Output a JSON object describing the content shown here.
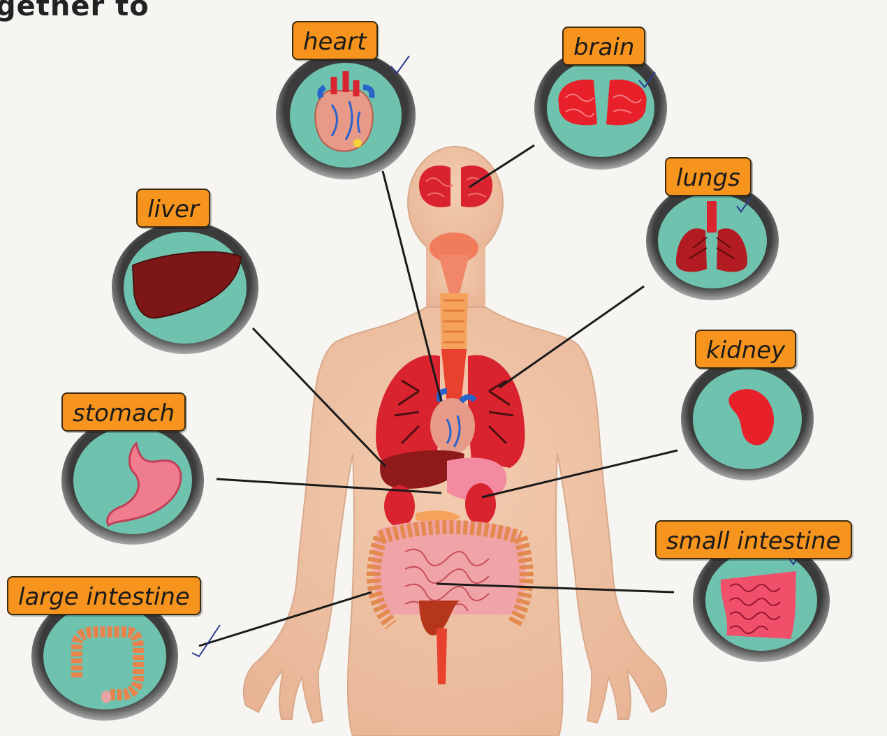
{
  "header_fragment": "gether to",
  "labels": {
    "heart": "heart",
    "brain": "brain",
    "lungs": "lungs",
    "liver": "liver",
    "kidney": "kidney",
    "stomach": "stomach",
    "small_intestine": "small intestine",
    "large_intestine": "large intestine"
  },
  "colors": {
    "label_bg": "#f7941d",
    "circle_fill": "#6fc3ae",
    "organ_red": "#d9232e",
    "skin": "#f2c7a8"
  }
}
